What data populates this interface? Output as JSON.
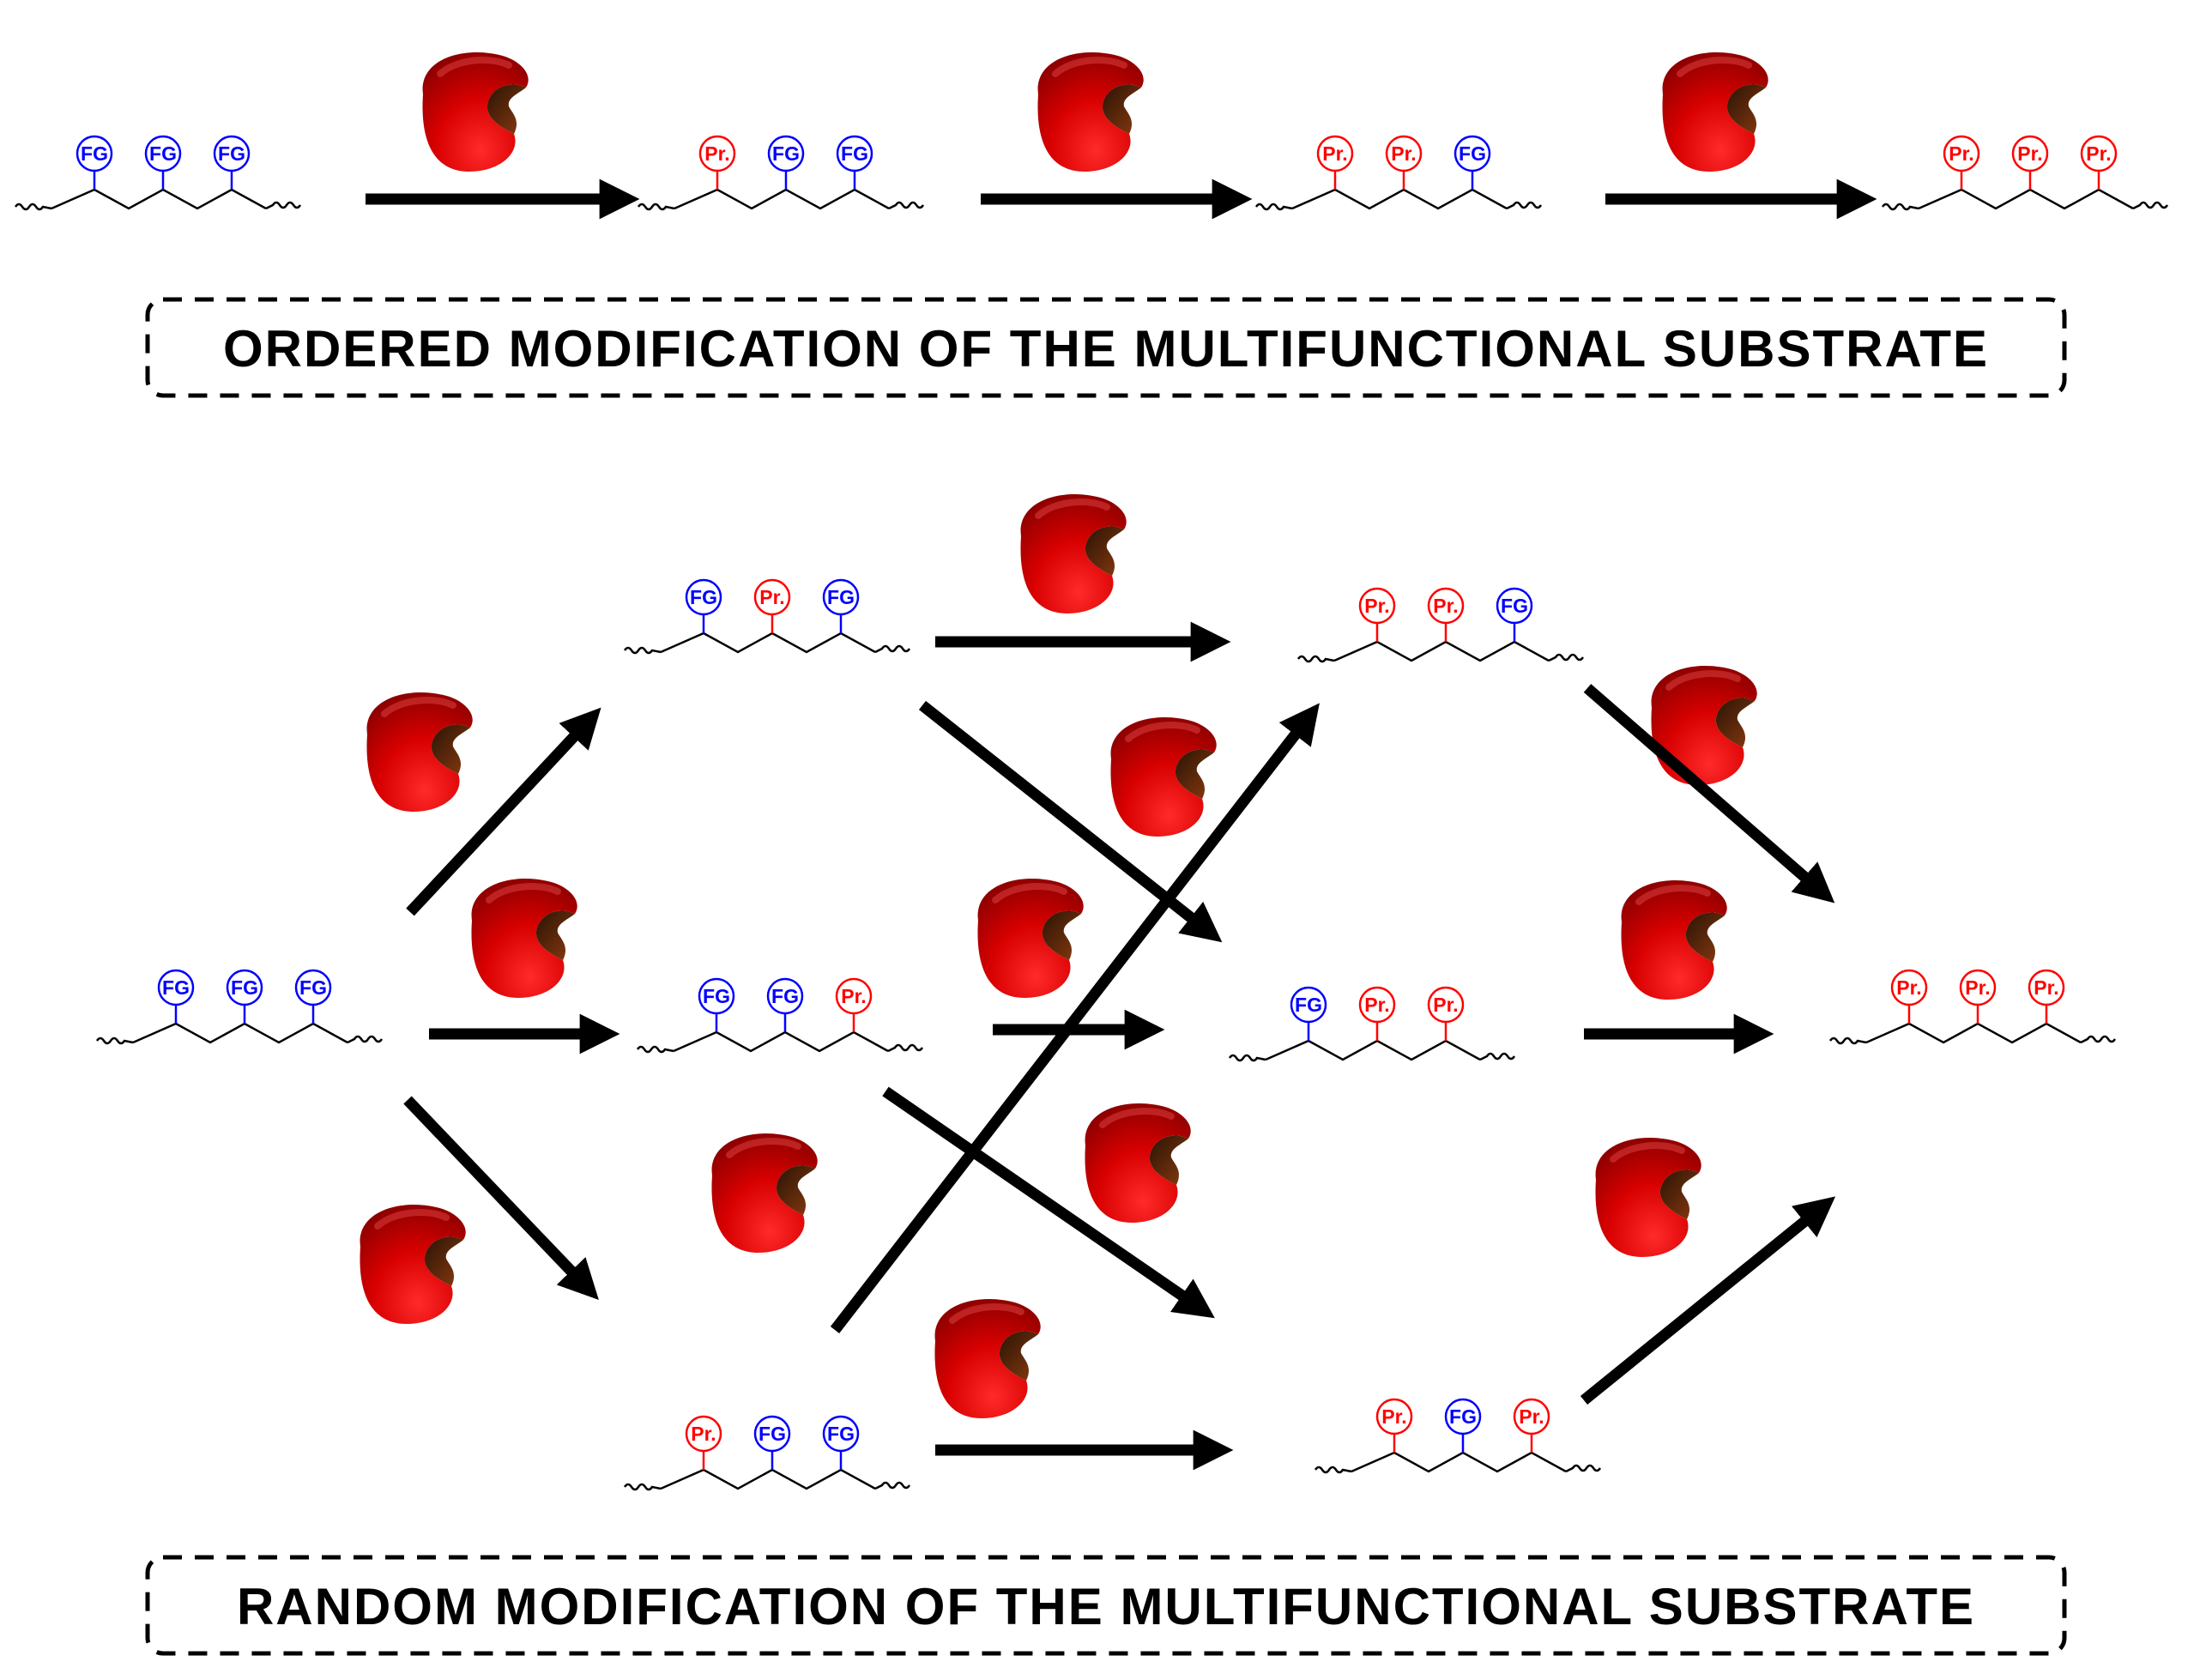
{
  "colors": {
    "unmodified": "#0000ff",
    "modified": "#ff0000",
    "backbone": "#000000",
    "enzyme_light": "#ff1a1a",
    "enzyme_dark": "#7a0000",
    "pocket": "#3a1d05"
  },
  "labels": {
    "functional_group": "FG",
    "product": "Pr."
  },
  "ordered_caption": "ORDERED MODIFICATION OF THE MULTIFUNCTIONAL SUBSTRATE",
  "random_caption": "RANDOM  MODIFICATION OF THE MULTIFUNCTIONAL SUBSTRATE",
  "ordered_chain": [
    [
      "FG",
      "FG",
      "FG"
    ],
    [
      "Pr.",
      "FG",
      "FG"
    ],
    [
      "Pr.",
      "Pr.",
      "FG"
    ],
    [
      "Pr.",
      "Pr.",
      "Pr."
    ]
  ],
  "random_network": [
    [
      "FG",
      "FG",
      "FG"
    ],
    [
      "FG",
      "Pr.",
      "FG"
    ],
    [
      "FG",
      "FG",
      "Pr."
    ],
    [
      "Pr.",
      "FG",
      "FG"
    ],
    [
      "Pr.",
      "Pr.",
      "FG"
    ],
    [
      "FG",
      "Pr.",
      "Pr."
    ],
    [
      "Pr.",
      "FG",
      "Pr."
    ],
    [
      "Pr.",
      "Pr.",
      "Pr."
    ]
  ],
  "icons": {
    "enzyme": "enzyme-pacman-icon",
    "arrow": "reaction-arrow-icon"
  }
}
